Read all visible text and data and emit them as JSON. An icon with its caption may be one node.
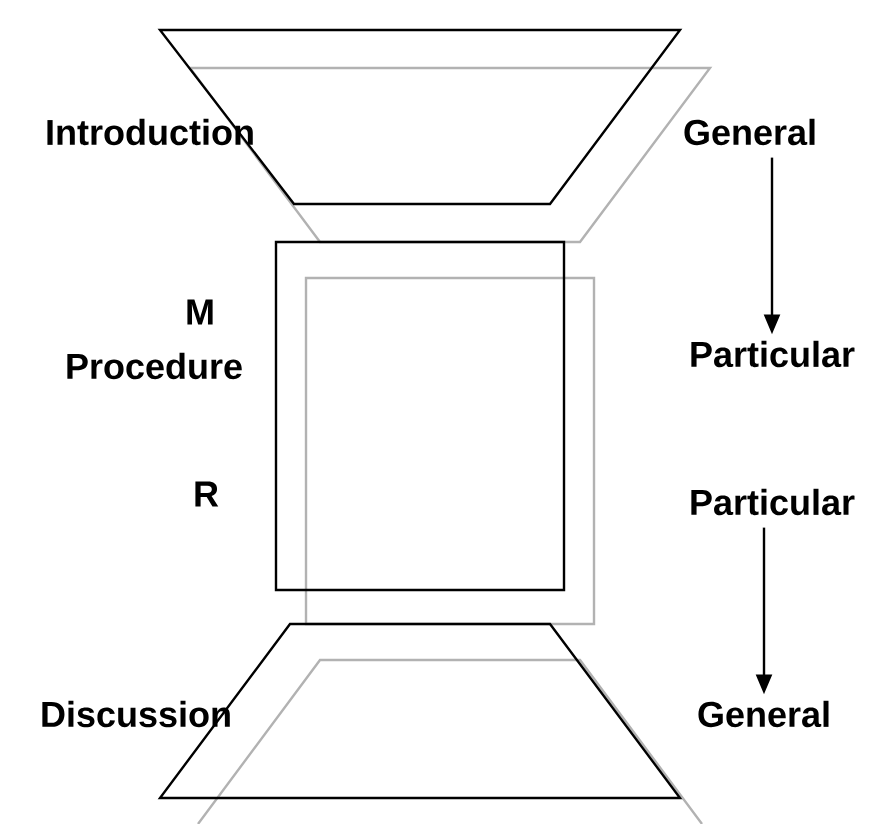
{
  "diagram": {
    "nodes": [
      {
        "text": [
          "General"
        ]
      },
      {
        "text": [
          "Particular"
        ]
      },
      {
        "text": [
          "Particular"
        ]
      },
      {
        "text": [
          "General"
        ]
      }
    ],
    "edges": [
      {
        "from": 0,
        "to": 1,
        "arrow": "to"
      },
      {
        "from": 2,
        "to": 3,
        "arrow": "to"
      }
    ],
    "labels": [
      "Introduction",
      "M",
      "Procedure",
      "R",
      "Discussion"
    ]
  }
}
